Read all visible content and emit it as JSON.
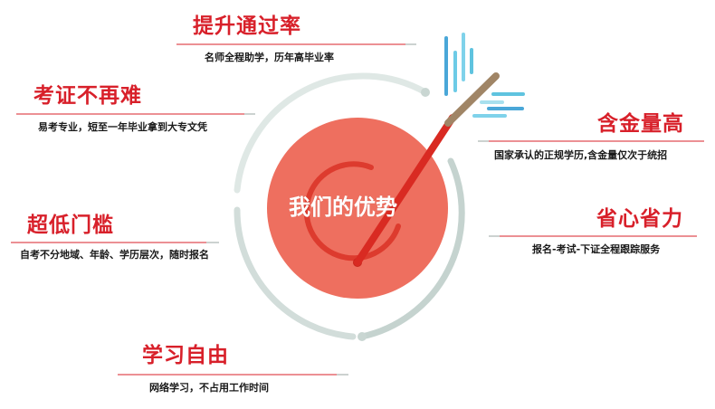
{
  "center": {
    "label": "我们的优势"
  },
  "features": [
    {
      "id": "pass-rate",
      "title": "提升通过率",
      "desc": "名师全程助学，历年高毕业率"
    },
    {
      "id": "no-exam",
      "title": "考证不再难",
      "desc": "易考专业，短至一年毕业拿到大专文凭"
    },
    {
      "id": "low-barrier",
      "title": "超低门槛",
      "desc": "自考不分地域、年龄、学历层次，随时报名"
    },
    {
      "id": "free-study",
      "title": "学习自由",
      "desc": "网络学习，不占用工作时间"
    },
    {
      "id": "high-value",
      "title": "含金量高",
      "desc": "国家承认的正规学历,含金量仅次于统招"
    },
    {
      "id": "save-effort",
      "title": "省心省力",
      "desc": "报名-考试-下证全程跟踪服务"
    }
  ],
  "colors": {
    "accent_red": "#d8202a",
    "target_fill": "#ee6f5f",
    "ring_gray": "#c9d6d2",
    "arrow_blue": "#5fc3df",
    "arrow_brown": "#a08566"
  }
}
